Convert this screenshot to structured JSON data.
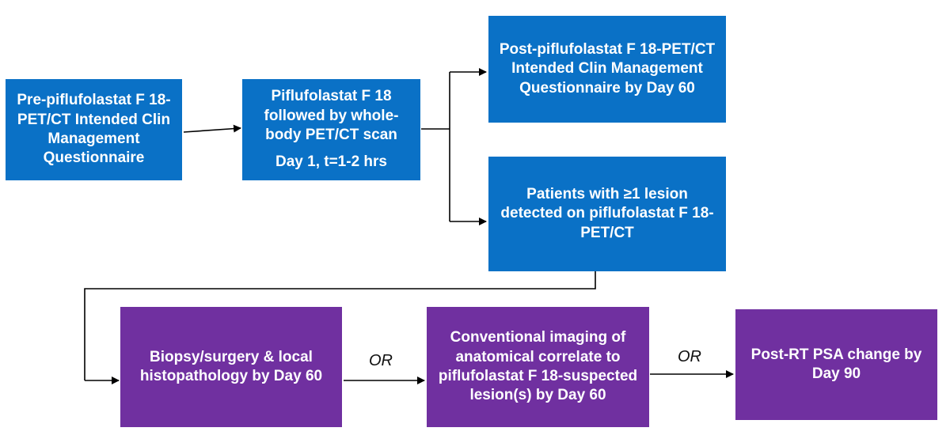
{
  "nodes": {
    "pre_questionnaire": "Pre-piflufolastat F 18-PET/CT Intended Clin Management Questionnaire",
    "scan": "Piflufolastat F 18 followed by whole-body PET/CT scan",
    "scan_timing": "Day 1, t=1-2 hrs",
    "post_questionnaire": "Post-piflufolastat F 18-PET/CT Intended Clin Management Questionnaire by Day 60",
    "lesion_patients": "Patients with ≥1 lesion detected on piflufolastat F 18-PET/CT",
    "biopsy": "Biopsy/surgery & local histopathology by Day 60",
    "conventional_imaging": "Conventional imaging of anatomical correlate to piflufolastat F 18-suspected lesion(s) by Day 60",
    "psa_change": "Post-RT PSA change by Day 90"
  },
  "connector_labels": {
    "or_1": "OR",
    "or_2": "OR"
  },
  "colors": {
    "blue": "#0a71c6",
    "purple": "#7030a0",
    "line": "#000000"
  }
}
